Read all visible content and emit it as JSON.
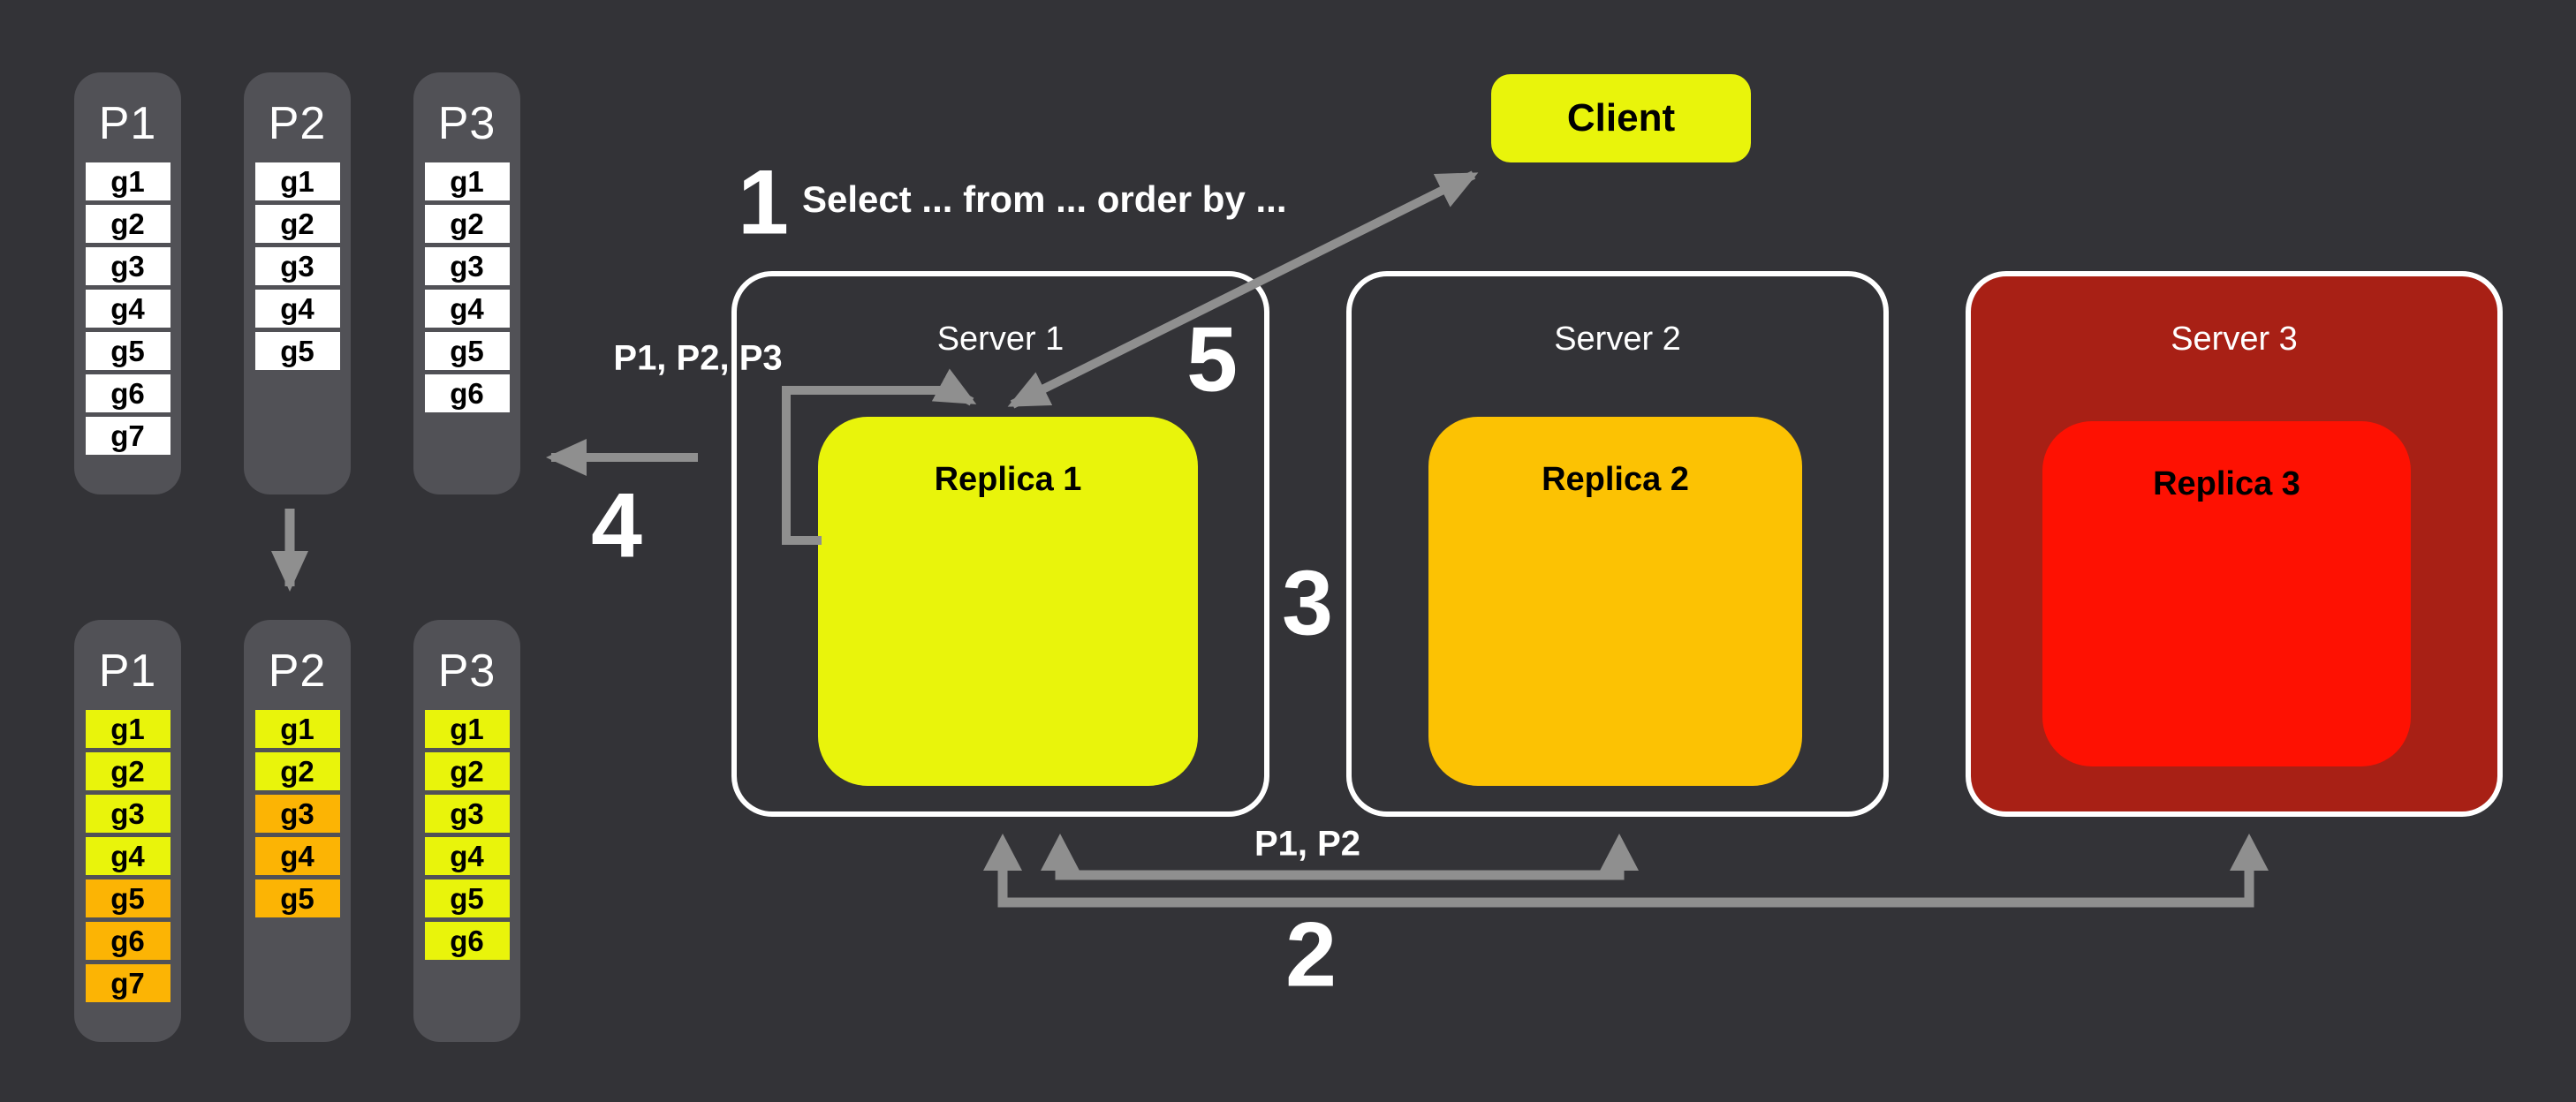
{
  "colors": {
    "background": "#333337",
    "pill": "#515156",
    "white": "#FFFFFF",
    "yellow": "#E9F40B",
    "orange": "#FCB404",
    "amber": "#FCC203",
    "red": "#FE1102",
    "dark_red": "#A82015",
    "arrow": "#8F8F8F",
    "server_border": "#FFFFFF",
    "text_light": "#FFFFFF",
    "text_dark": "#000000"
  },
  "client": {
    "label": "Client",
    "color": "yellow"
  },
  "steps": [
    {
      "number": "1",
      "text": "Select ... from ... order by ..."
    },
    {
      "number": "2"
    },
    {
      "number": "3"
    },
    {
      "number": "4"
    },
    {
      "number": "5"
    }
  ],
  "labels": {
    "scatter_partitions": "P1, P2, P3",
    "gather_partitions": "P1, P2"
  },
  "servers": [
    {
      "name": "Server 1",
      "replica": {
        "label": "Replica 1",
        "color": "yellow"
      }
    },
    {
      "name": "Server 2",
      "replica": {
        "label": "Replica 2",
        "color": "amber"
      }
    },
    {
      "name": "Server 3",
      "replica": {
        "label": "Replica 3",
        "color": "red"
      },
      "body_color": "dark_red"
    }
  ],
  "partition_groups": {
    "top": [
      {
        "label": "P1",
        "cells": [
          {
            "label": "g1",
            "color": "white"
          },
          {
            "label": "g2",
            "color": "white"
          },
          {
            "label": "g3",
            "color": "white"
          },
          {
            "label": "g4",
            "color": "white"
          },
          {
            "label": "g5",
            "color": "white"
          },
          {
            "label": "g6",
            "color": "white"
          },
          {
            "label": "g7",
            "color": "white"
          }
        ]
      },
      {
        "label": "P2",
        "cells": [
          {
            "label": "g1",
            "color": "white"
          },
          {
            "label": "g2",
            "color": "white"
          },
          {
            "label": "g3",
            "color": "white"
          },
          {
            "label": "g4",
            "color": "white"
          },
          {
            "label": "g5",
            "color": "white"
          }
        ]
      },
      {
        "label": "P3",
        "cells": [
          {
            "label": "g1",
            "color": "white"
          },
          {
            "label": "g2",
            "color": "white"
          },
          {
            "label": "g3",
            "color": "white"
          },
          {
            "label": "g4",
            "color": "white"
          },
          {
            "label": "g5",
            "color": "white"
          },
          {
            "label": "g6",
            "color": "white"
          }
        ]
      }
    ],
    "bottom": [
      {
        "label": "P1",
        "cells": [
          {
            "label": "g1",
            "color": "yellow"
          },
          {
            "label": "g2",
            "color": "yellow"
          },
          {
            "label": "g3",
            "color": "yellow"
          },
          {
            "label": "g4",
            "color": "yellow"
          },
          {
            "label": "g5",
            "color": "orange"
          },
          {
            "label": "g6",
            "color": "orange"
          },
          {
            "label": "g7",
            "color": "orange"
          }
        ]
      },
      {
        "label": "P2",
        "cells": [
          {
            "label": "g1",
            "color": "yellow"
          },
          {
            "label": "g2",
            "color": "yellow"
          },
          {
            "label": "g3",
            "color": "orange"
          },
          {
            "label": "g4",
            "color": "orange"
          },
          {
            "label": "g5",
            "color": "orange"
          }
        ]
      },
      {
        "label": "P3",
        "cells": [
          {
            "label": "g1",
            "color": "yellow"
          },
          {
            "label": "g2",
            "color": "yellow"
          },
          {
            "label": "g3",
            "color": "yellow"
          },
          {
            "label": "g4",
            "color": "yellow"
          },
          {
            "label": "g5",
            "color": "yellow"
          },
          {
            "label": "g6",
            "color": "yellow"
          }
        ]
      }
    ]
  }
}
